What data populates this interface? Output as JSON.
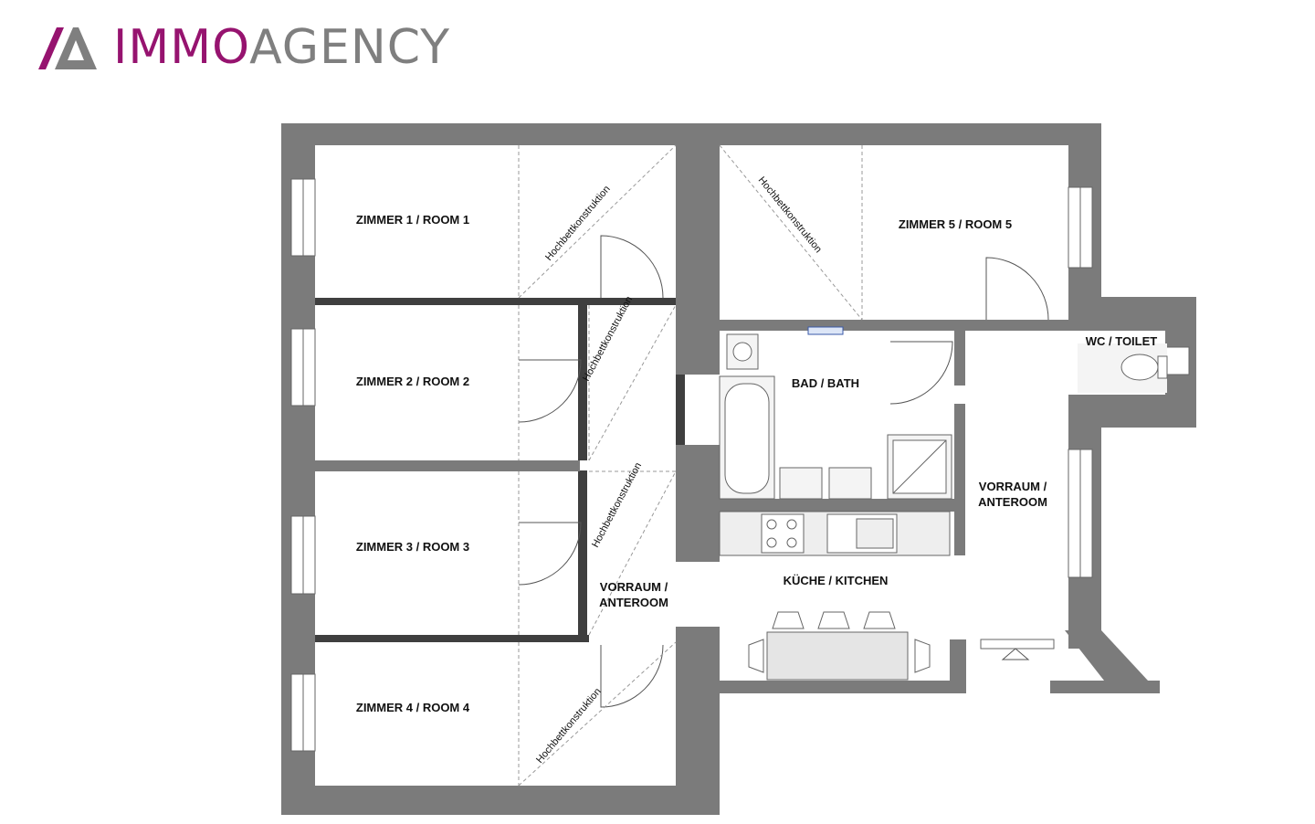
{
  "brand": {
    "immo": "IMMO",
    "agency": "AGENCY",
    "accent": "#96136f",
    "gray": "#7f7f7f"
  },
  "wall_color": "#7b7b7b",
  "rooms": {
    "zimmer1": "ZIMMER 1 / ROOM 1",
    "zimmer2": "ZIMMER 2 / ROOM 2",
    "zimmer3": "ZIMMER 3 / ROOM 3",
    "zimmer4": "ZIMMER 4 / ROOM 4",
    "zimmer5": "ZIMMER 5 / ROOM 5",
    "bath": "BAD / BATH",
    "wc": "WC / TOILET",
    "kitchen": "KÜCHE / KITCHEN",
    "vorraum_left": [
      "VORRAUM /",
      "ANTEROOM"
    ],
    "vorraum_right": [
      "VORRAUM /",
      "ANTEROOM"
    ]
  },
  "loft_label": "Hochbettkonstruktion"
}
